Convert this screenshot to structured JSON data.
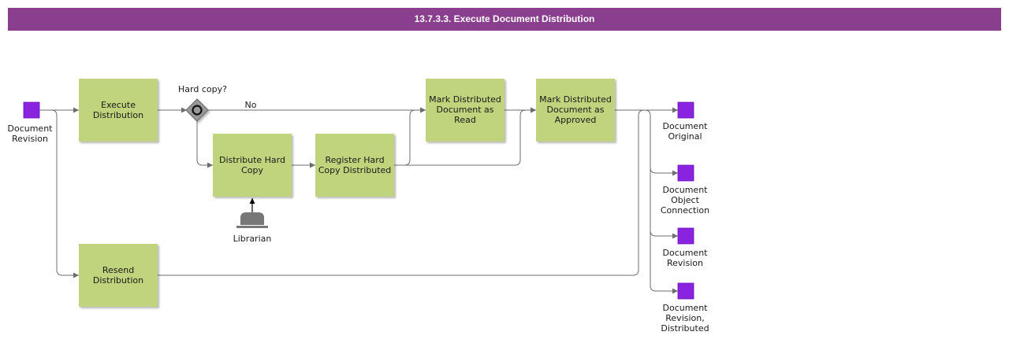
{
  "title": "13.7.3.3. Execute Document Distribution",
  "colors": {
    "header": "#893e8e",
    "task": "#bfd47c",
    "object": "#8a23e0",
    "gateway": "#999999",
    "flow": "#6d6d6d"
  },
  "tasks": {
    "execute": [
      "Execute",
      "Distribution"
    ],
    "resend": [
      "Resend",
      "Distribution"
    ],
    "distribute_hard": [
      "Distribute Hard",
      "Copy"
    ],
    "register_hard": [
      "Register Hard",
      "Copy Distributed"
    ],
    "mark_read": [
      "Mark Distributed",
      "Document as",
      "Read"
    ],
    "mark_approved": [
      "Mark Distributed",
      "Document as",
      "Approved"
    ]
  },
  "gateway": {
    "question": "Hard copy?",
    "no_label": "No"
  },
  "role": {
    "name": "Librarian",
    "icon": "librarian-role-icon"
  },
  "input_object": [
    "Document",
    "Revision"
  ],
  "output_objects": [
    [
      "Document",
      "Original"
    ],
    [
      "Document",
      "Object",
      "Connection"
    ],
    [
      "Document",
      "Revision"
    ],
    [
      "Document",
      "Revision,",
      "Distributed"
    ]
  ]
}
